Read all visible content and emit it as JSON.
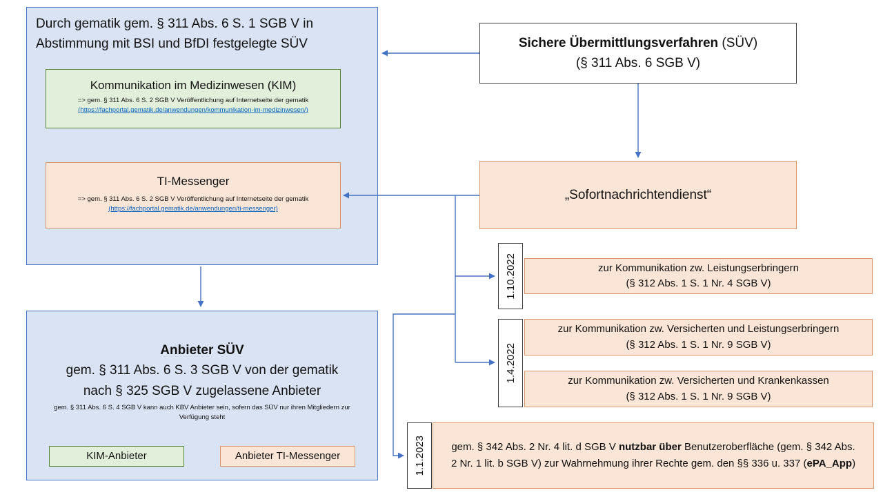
{
  "colors": {
    "blue_fill": "#DAE3F3",
    "blue_border": "#4472C4",
    "green_fill": "#E2EFDA",
    "green_border": "#548235",
    "peach_fill": "#FBE5D6",
    "peach_border": "#D9966B",
    "outline_dark": "#3F3F3F",
    "arrow": "#4472C4",
    "link": "#0563C1"
  },
  "defined_suev_box": {
    "title": [
      "Durch gematik gem. § 311 Abs. 6 S. 1 SGB V in",
      "Abstimmung mit BSI und BfDI festgelegte SÜV"
    ],
    "kim": {
      "title": "Kommunikation im Medizinwesen (KIM)",
      "note": "=> gem. § 311 Abs. 6 S. 2 SGB V Veröffentlichung auf Internetseite der gematik",
      "link": "(https://fachportal.gematik.de/anwendungen/kommunikation-im-medizinwesen/)"
    },
    "ti_messenger": {
      "title": "TI-Messenger",
      "note": "=> gem. § 311 Abs. 6 S. 2 SGB V Veröffentlichung auf Internetseite der gematik",
      "link": "(https://fachportal.gematik.de/anwendungen/ti-messenger)"
    }
  },
  "suev_header_box": {
    "title_bold": "Sichere Übermittlungsverfahren",
    "title_normal": " (SÜV)",
    "line2": "(§ 311 Abs. 6 SGB V)"
  },
  "sofortnachrichtendienst_box": {
    "label": "„Sofortnachrichtendienst“"
  },
  "timeline": {
    "row1": {
      "date": "1.10.2022",
      "line1": "zur Kommunikation zw. Leistungserbringern",
      "line2": "(§ 312 Abs. 1 S. 1 Nr. 4 SGB V)"
    },
    "row2": {
      "date": "1.4.2022",
      "line1": "zur Kommunikation zw. Versicherten und Leistungserbringern",
      "line2": "(§ 312 Abs. 1 S. 1 Nr. 9 SGB V)"
    },
    "row3": {
      "line1": "zur Kommunikation zw. Versicherten und Krankenkassen",
      "line2": "(§ 312 Abs. 1 S. 1 Nr. 9 SGB V)"
    },
    "row4": {
      "date": "1.1.2023",
      "part1": "gem. § 342 Abs. 2 Nr. 4 lit. d SGB V ",
      "bold1": "nutzbar über",
      "part2": " Benutzeroberfläche (gem. § 342 Abs. 2 Nr. 1 lit. b SGB V) zur Wahrnehmung ihrer Rechte gem. den §§ 336 u. 337 (",
      "bold2": "ePA_App",
      "part3": ")"
    }
  },
  "anbieter_box": {
    "title": "Anbieter SÜV",
    "line1": "gem. § 311 Abs. 6 S. 3 SGB V von der gematik",
    "line2": "nach § 325 SGB V zugelassene Anbieter",
    "note": "gem. § 311 Abs. 6 S. 4 SGB V kann auch KBV Anbieter sein, sofern das SÜV nur ihren Mitgliedern zur Verfügung steht",
    "kim_anbieter_label": "KIM-Anbieter",
    "ti_anbieter_label": "Anbieter TI-Messenger"
  }
}
